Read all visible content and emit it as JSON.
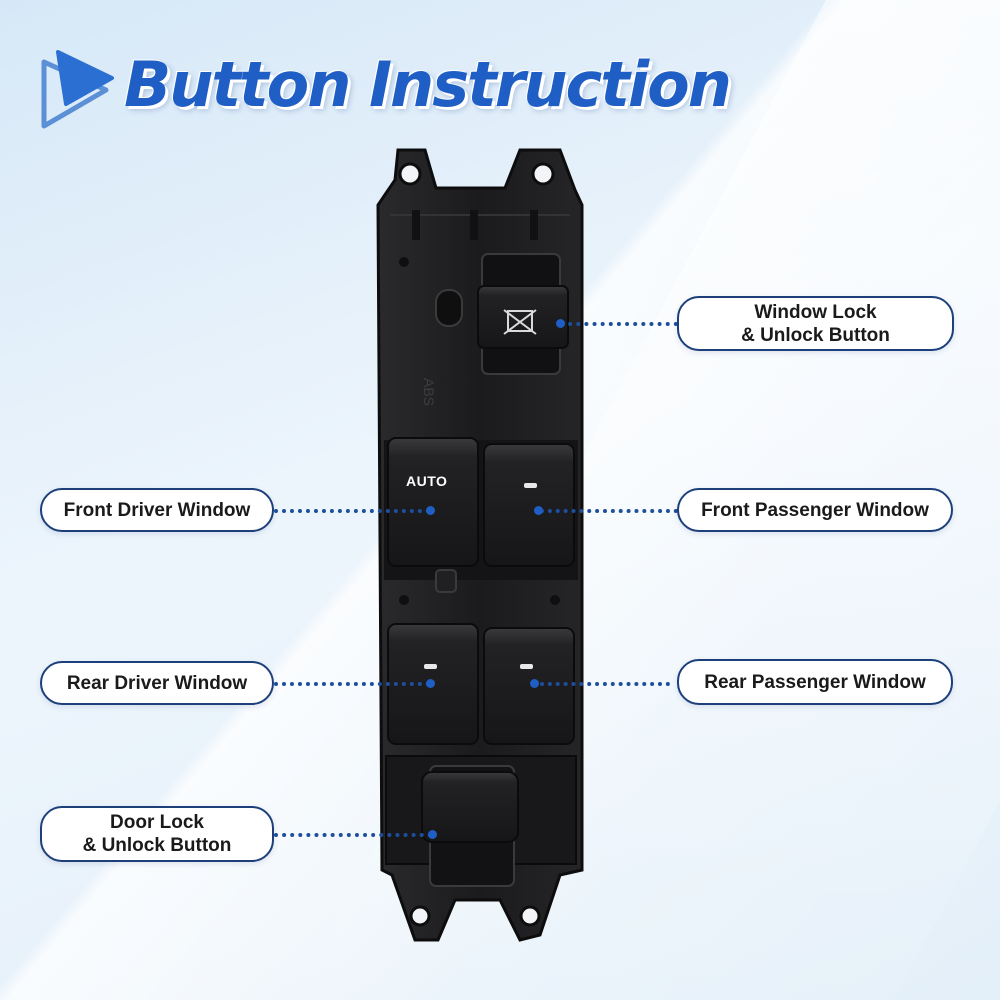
{
  "header": {
    "title": "Button Instruction"
  },
  "switch_panel": {
    "auto_label": "AUTO",
    "molded_text": "ABS"
  },
  "callouts": {
    "window_lock": {
      "line1": "Window Lock",
      "line2": "& Unlock Button"
    },
    "front_driver": {
      "text": "Front Driver Window"
    },
    "front_passenger": {
      "text": "Front Passenger Window"
    },
    "rear_driver": {
      "text": "Rear Driver Window"
    },
    "rear_passenger": {
      "text": "Rear Passenger Window"
    },
    "door_lock": {
      "line1": "Door Lock",
      "line2": "& Unlock Button"
    }
  },
  "colors": {
    "title": "#1f5fc5",
    "label_border": "#1d3f7a",
    "leader_dots": "#1d4f9c",
    "panel": "#1c1c1e"
  },
  "icons": {
    "logo": "play-triangle-logo-icon",
    "lock_button": "window-lock-icon"
  }
}
